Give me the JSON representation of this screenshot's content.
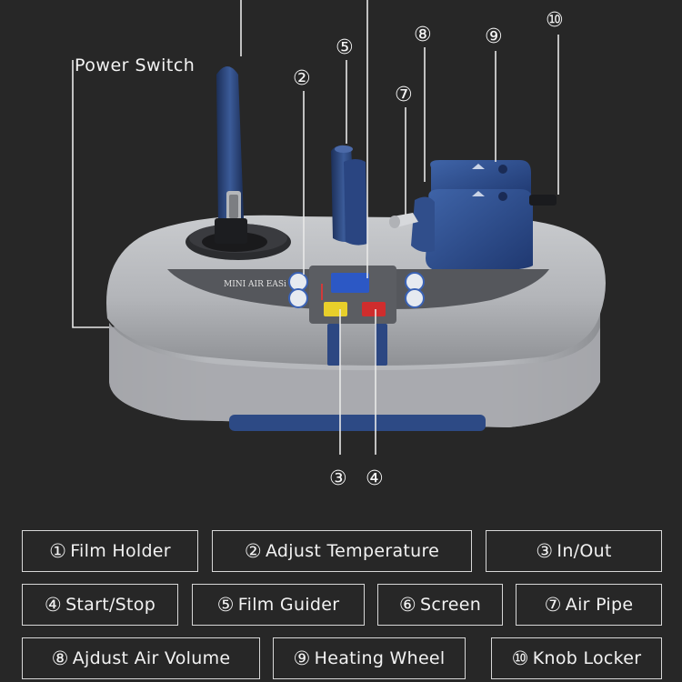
{
  "power_switch_label": "Power Switch",
  "panel_brand": "MINI AIR EASi",
  "callouts": {
    "c2": "②",
    "c3": "③",
    "c4": "④",
    "c5": "⑤",
    "c7": "⑦",
    "c8": "⑧",
    "c9": "⑨",
    "c10": "⑩"
  },
  "legend": [
    {
      "num": "①",
      "label": "Film Holder"
    },
    {
      "num": "②",
      "label": "Adjust Temperature"
    },
    {
      "num": "③",
      "label": "In/Out"
    },
    {
      "num": "④",
      "label": "Start/Stop"
    },
    {
      "num": "⑤",
      "label": "Film Guider"
    },
    {
      "num": "⑥",
      "label": "Screen"
    },
    {
      "num": "⑦",
      "label": "Air Pipe"
    },
    {
      "num": "⑧",
      "label": "Ajdust Air Volume"
    },
    {
      "num": "⑨",
      "label": "Heating Wheel"
    },
    {
      "num": "⑩",
      "label": "Knob Locker"
    }
  ],
  "colors": {
    "background": "#272727",
    "machine_body": "#b4b6ba",
    "machine_blue": "#2c4a86",
    "panel": "#55575c"
  }
}
